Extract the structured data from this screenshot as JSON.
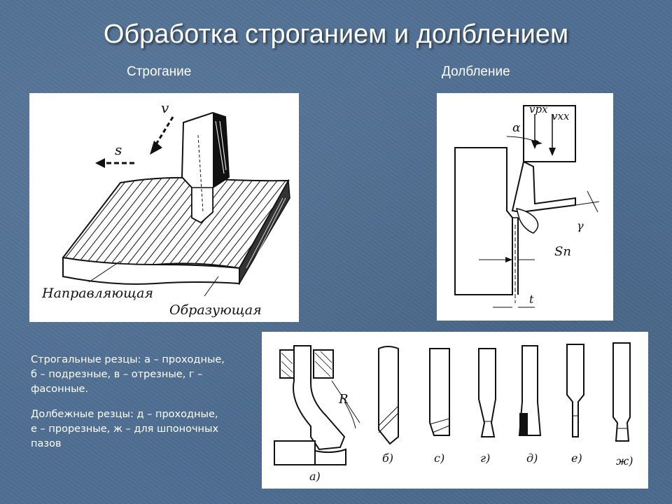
{
  "slide": {
    "title": "Обработка строганием и долблением",
    "subtitle_left": "Строгание",
    "subtitle_right": "Долбление",
    "caption_planing": "Строгальные резцы: а – проходные, б – подрезные, в – отрезные, г – фасонные.",
    "caption_slotting": "Долбежные резцы: д – проходные, е – прорезные, ж – для шпоночных пазов"
  },
  "figure_planing": {
    "label_v": "v",
    "label_s": "s",
    "label_guide": "Направляющая",
    "label_generatrix": "Образующая"
  },
  "figure_slotting": {
    "label_vpx": "vрх",
    "label_vxx": "vхх",
    "label_alpha": "α",
    "label_gamma": "γ",
    "label_sn": "Sn",
    "label_t": "t"
  },
  "figure_tools": {
    "label_r": "R",
    "labels": [
      "а)",
      "б)",
      "с)",
      "г)",
      "д)",
      "е)",
      "ж)"
    ]
  },
  "colors": {
    "background": "#4f6f93",
    "text": "#ffffff",
    "panel": "#ffffff"
  }
}
